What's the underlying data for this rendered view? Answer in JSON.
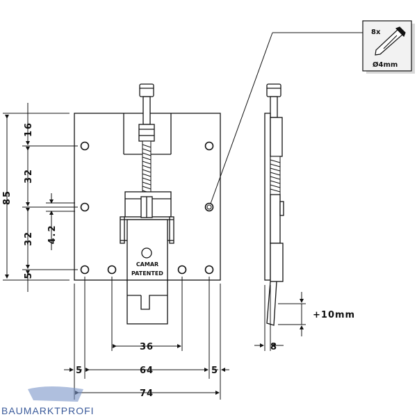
{
  "dimensions": {
    "overall_height": "85",
    "top": "16",
    "mid_upper": "32",
    "mid_lower": "32",
    "bottom": "5",
    "small_gap": "4.2",
    "hole_spacing": "36",
    "inner_width": "64",
    "left_margin": "5",
    "right_margin": "5",
    "overall_width": "74",
    "side_thickness": "8",
    "adjustment": "+10mm"
  },
  "screw_callout": {
    "count": "8x",
    "diameter": "Ø4mm"
  },
  "product_labels": {
    "brand": "CAMAR",
    "patent": "PATENTED"
  },
  "watermark": {
    "text": "BAUMARKTPROFI"
  },
  "colors": {
    "line": "#111111",
    "callout_bg": "#f2f2f2",
    "logo_blue": "#3a5a9a"
  }
}
